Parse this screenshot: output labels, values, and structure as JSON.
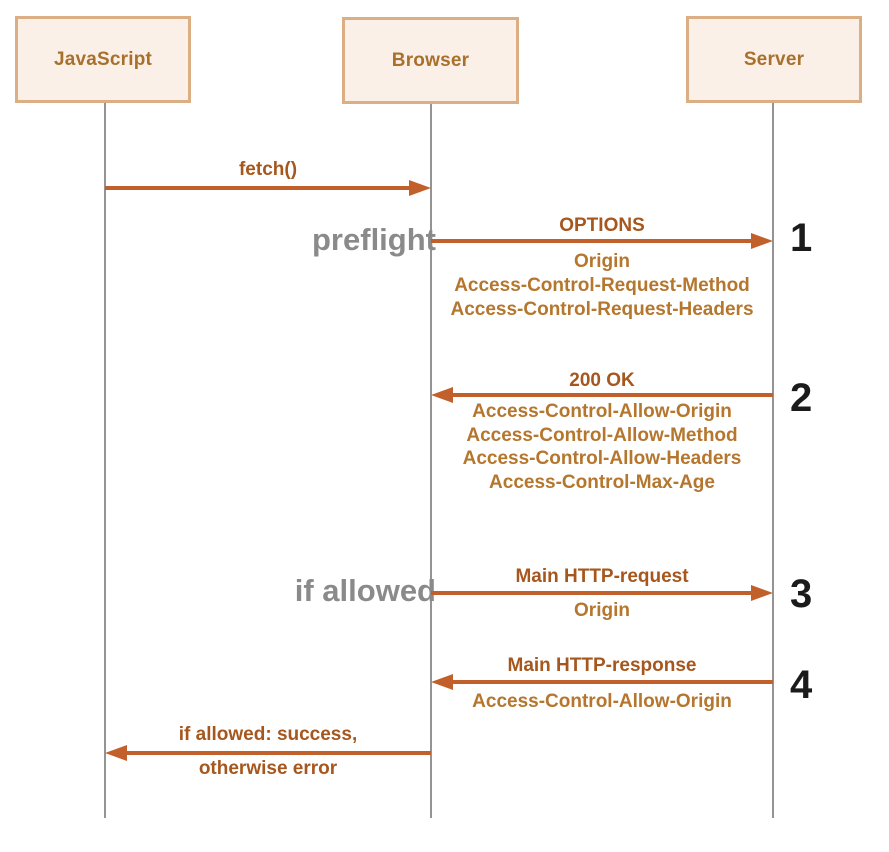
{
  "diagram": {
    "actors": [
      {
        "label": "JavaScript"
      },
      {
        "label": "Browser"
      },
      {
        "label": "Server"
      }
    ],
    "notes": {
      "preflight": "preflight",
      "if_allowed": "if allowed"
    },
    "messages": {
      "fetch": {
        "from": "JavaScript",
        "to": "Browser",
        "label": "fetch()"
      },
      "options": {
        "from": "Browser",
        "to": "Server",
        "step": "1",
        "label": "OPTIONS",
        "headers": [
          "Origin",
          "Access-Control-Request-Method",
          "Access-Control-Request-Headers"
        ]
      },
      "ok": {
        "from": "Server",
        "to": "Browser",
        "step": "2",
        "label": "200 OK",
        "headers": [
          "Access-Control-Allow-Origin",
          "Access-Control-Allow-Method",
          "Access-Control-Allow-Headers",
          "Access-Control-Max-Age"
        ]
      },
      "main_request": {
        "from": "Browser",
        "to": "Server",
        "step": "3",
        "label": "Main HTTP-request",
        "headers": [
          "Origin"
        ]
      },
      "main_response": {
        "from": "Server",
        "to": "Browser",
        "step": "4",
        "label": "Main HTTP-response",
        "headers": [
          "Access-Control-Allow-Origin"
        ]
      },
      "result": {
        "from": "Browser",
        "to": "JavaScript",
        "label_line1": "if allowed: success,",
        "label_line2": "otherwise error"
      }
    },
    "colors": {
      "arrow": "#c2602c",
      "message_label": "#a6571d",
      "header_text": "#b5762e",
      "note_gray": "#8a8a8a",
      "step_number": "#1b1b1b",
      "box_fill": "#fbf0e7",
      "box_border": "#dcae84",
      "actor_text": "#a8702c",
      "lifeline": "#949494"
    }
  }
}
